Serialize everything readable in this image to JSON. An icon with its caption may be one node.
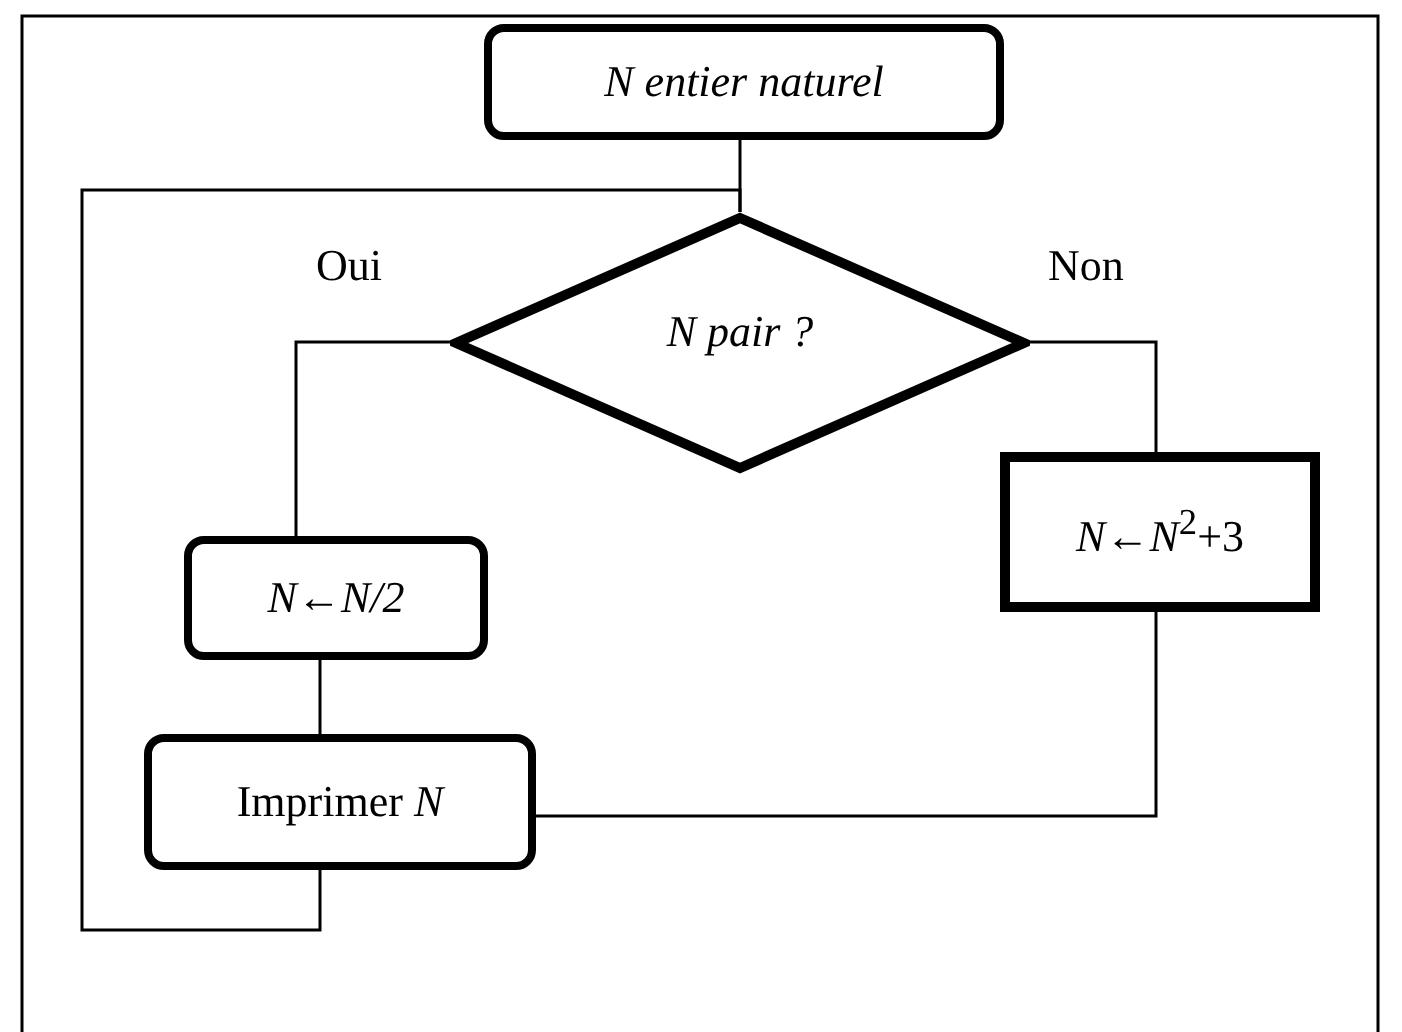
{
  "diagram": {
    "nodes": [
      {
        "text": [
          "N entier naturel"
        ]
      },
      {
        "text": [
          "N pair ?"
        ]
      },
      {
        "text": [
          "N←N/2"
        ]
      },
      {
        "text": [
          "*N*←*N*$^{2}$+3"
        ]
      },
      {
        "text": [
          "Imprimer *N*"
        ]
      }
    ],
    "edges": [
      {
        "from": 0,
        "to": 1,
        "arrow": "none"
      },
      {
        "from": 1,
        "to": 2,
        "arrow": "none",
        "label": "Oui"
      },
      {
        "from": 1,
        "to": 3,
        "arrow": "none",
        "label": "Non"
      },
      {
        "from": 2,
        "to": 4,
        "arrow": "none"
      },
      {
        "from": 3,
        "to": 4,
        "arrow": "none"
      },
      {
        "from": 4,
        "to": 1,
        "arrow": "none"
      }
    ]
  }
}
